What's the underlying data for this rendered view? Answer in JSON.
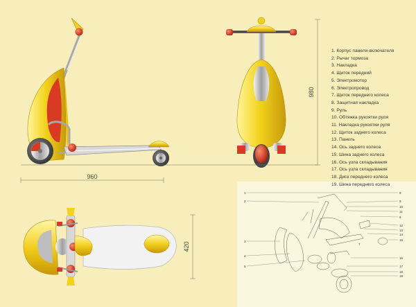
{
  "dimensions": {
    "length": "960",
    "height": "980",
    "width": "420"
  },
  "parts": [
    "1. Корпус панели-включателя",
    "2. Рычаг тормоза",
    "3. Накладка",
    "4. Щиток передний",
    "5. Электромотор",
    "6. Электропровод",
    "7. Щиток переднего колеса",
    "8. Защитная накладка",
    "9. Руль",
    "10. Обтяжка рукоятки руля",
    "11. Накладка рукоятки руля",
    "12. Щиток заднего колеса",
    "13. Панель",
    "14. Ось заднего колеса",
    "15. Шина заднего колеса",
    "16. Ось узла складывания",
    "17. Ось узла складывания",
    "18. Диск переднего колеса",
    "19. Шина переднего колеса"
  ],
  "callouts": {
    "left": [
      "1",
      "2",
      "3",
      "4",
      "5"
    ],
    "right": [
      "8",
      "9",
      "10",
      "11",
      "6",
      "12",
      "13",
      "14",
      "15",
      "16",
      "17",
      "18",
      "19"
    ],
    "inner": [
      "7"
    ]
  },
  "colors": {
    "background": "#f7eebb",
    "body_yellow": "#f2d21c",
    "accent_red": "#d83a24",
    "chrome": "#b8b8b8"
  }
}
